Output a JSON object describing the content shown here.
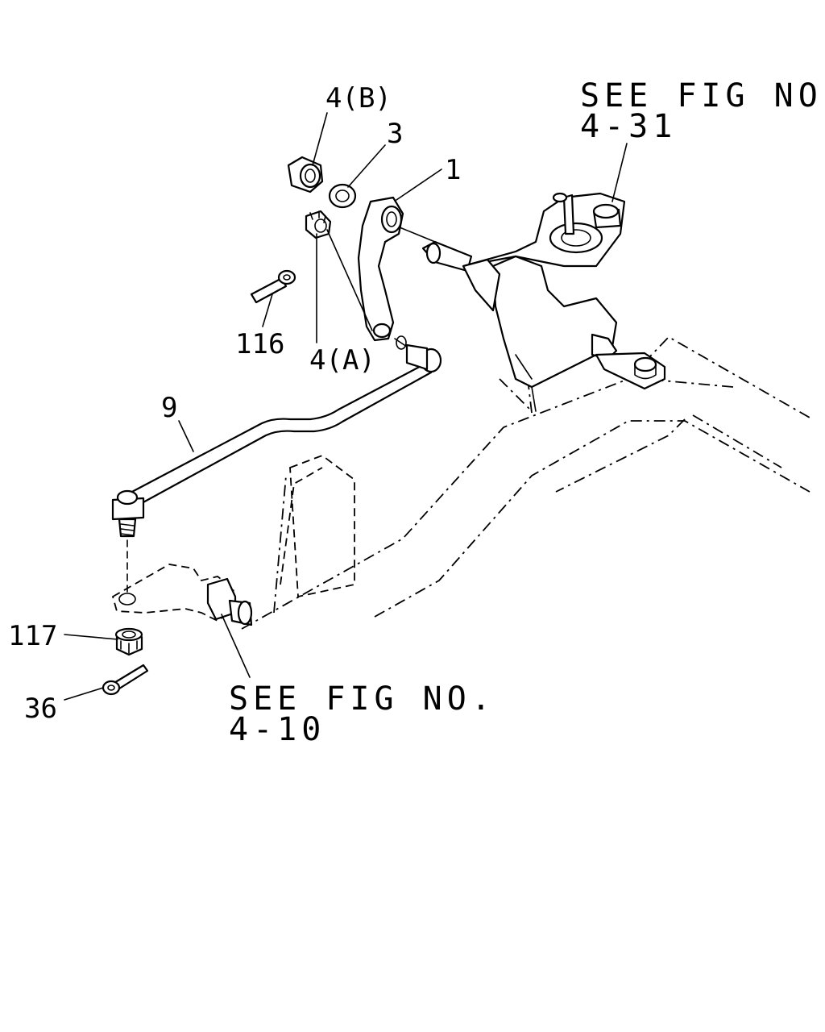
{
  "labels": {
    "part_4b": "4(B)",
    "part_3": "3",
    "part_1": "1",
    "part_116": "116",
    "part_4a": "4(A)",
    "part_9": "9",
    "part_117": "117",
    "part_36": "36"
  },
  "refs": {
    "top_line1": "SEE FIG NO.",
    "top_line2": "4-31",
    "bottom_line1": "SEE FIG NO.",
    "bottom_line2": "4-10"
  }
}
